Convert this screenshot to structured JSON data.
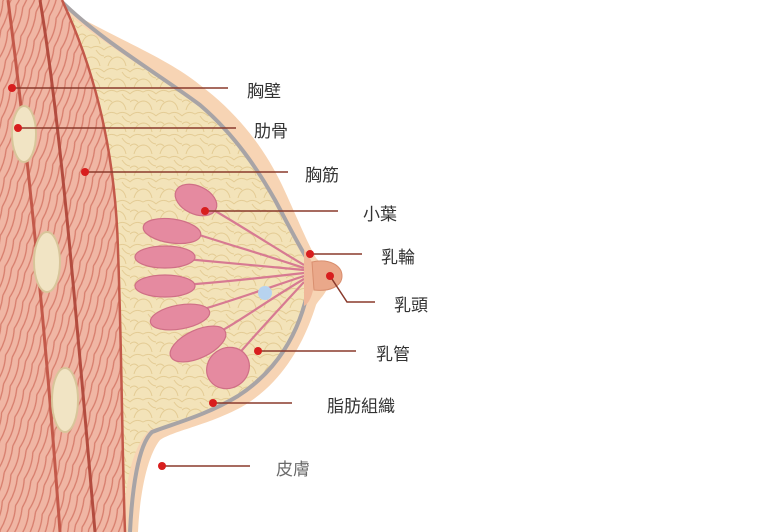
{
  "labels": {
    "chest_wall": "胸壁",
    "rib": "肋骨",
    "pectoral_muscle": "胸筋",
    "lobules": "小葉",
    "areola": "乳輪",
    "nipple": "乳頭",
    "milk_ducts": "乳管",
    "fatty_tissue": "脂肪組織",
    "skin": "皮膚"
  },
  "colors": {
    "skin": "#f7d4b4",
    "fat": "#f3e2b8",
    "muscle": "#e9aa98",
    "lobule": "#e58aa0",
    "leader_line": "#8a3a2c",
    "marker": "#d81e1e"
  }
}
